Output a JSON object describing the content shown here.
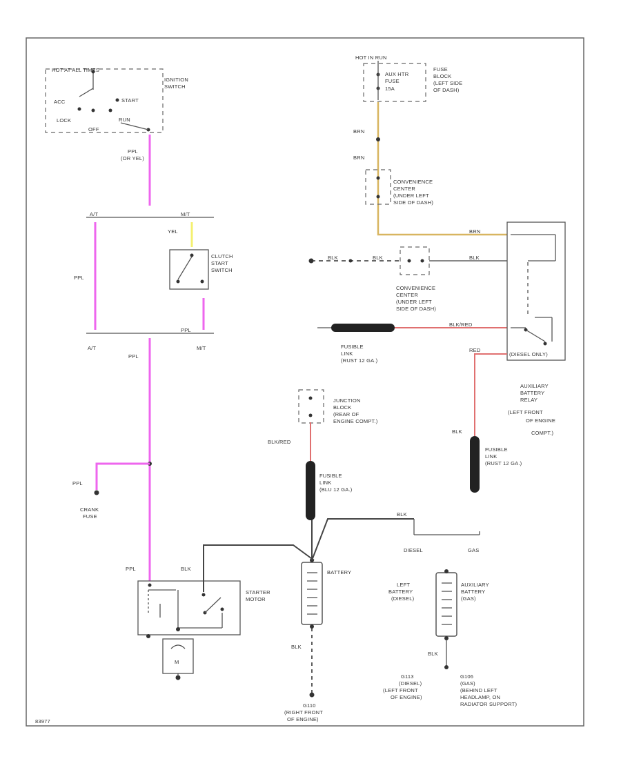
{
  "colors": {
    "pink": "#ee66ee",
    "yellow_tan": "#d8b560",
    "pale_yellow": "#f4f070",
    "red": "#e07070",
    "black": "#333333",
    "grey": "#888888"
  },
  "ignition": {
    "hot_label": "HOT AT ALL TIMES",
    "switch_label": [
      "IGNITION",
      "SWITCH"
    ],
    "positions": {
      "acc": "ACC",
      "start": "START",
      "lock": "LOCK",
      "run": "RUN",
      "off": "OFF"
    }
  },
  "wires": {
    "ign_out": [
      "PPL",
      "(OR YEL)"
    ],
    "at": "A/T",
    "mt": "M/T",
    "yel": "YEL",
    "ppl_left": "PPL",
    "ppl_at": "PPL",
    "at_bottom": "A/T",
    "mt_bottom": "M/T",
    "ppl_mid": "PPL",
    "ppl_crank": "PPL",
    "ppl_starter": "PPL",
    "blk_starter": "BLK",
    "blk_battery_bottom": "BLK",
    "blk_aux_bottom": "BLK",
    "blk_red": "BLK/RED",
    "blk_fusible": "BLK",
    "blk_diesel": "BLK",
    "brn_upper": "BRN",
    "brn_lower": "BRN",
    "brn_relay": "BRN",
    "blk_relay_left": "BLK",
    "blk_relay_mid": "BLK",
    "blk_relay_right": "BLK",
    "blk_red_relay": "BLK/RED",
    "red_relay": "RED"
  },
  "clutch": {
    "label": [
      "CLUTCH",
      "START",
      "SWITCH"
    ]
  },
  "crank_fuse": [
    "CRANK",
    "FUSE"
  ],
  "starter": {
    "label": [
      "STARTER",
      "MOTOR"
    ],
    "motor": "M"
  },
  "battery": {
    "label": "BATTERY"
  },
  "ground_right_front": [
    "G110",
    "(RIGHT FRONT",
    "OF ENGINE)"
  ],
  "fuse_block": {
    "hot_label": "HOT IN RUN",
    "fuse": [
      "AUX HTR",
      "FUSE",
      "15A"
    ],
    "label": [
      "FUSE",
      "BLOCK",
      "(LEFT SIDE",
      "OF DASH)"
    ]
  },
  "conv_center_1": [
    "CONVENIENCE",
    "CENTER",
    "(UNDER LEFT",
    "SIDE OF DASH)"
  ],
  "conv_center_2": [
    "CONVENIENCE",
    "CENTER",
    "(UNDER LEFT",
    "SIDE OF DASH)"
  ],
  "fusible_link_top": [
    "FUSIBLE",
    "LINK",
    "(RUST 12 GA.)"
  ],
  "fusible_link_mid": [
    "FUSIBLE",
    "LINK",
    "(BLU 12 GA.)"
  ],
  "fusible_link_right": [
    "FUSIBLE",
    "LINK",
    "(RUST 12 GA.)"
  ],
  "junction_block": [
    "JUNCTION",
    "BLOCK",
    "(REAR OF",
    "ENGINE COMPT.)"
  ],
  "relay": {
    "label": [
      "AUXILIARY",
      "BATTERY",
      "RELAY",
      "(LEFT FRONT",
      "OF ENGINE",
      "COMPT.)"
    ],
    "inner": "(DIESEL ONLY)"
  },
  "diesel_gas": {
    "diesel": "DIESEL",
    "gas": "GAS"
  },
  "left_battery": [
    "LEFT",
    "BATTERY",
    "(DIESEL)"
  ],
  "aux_battery": [
    "AUXILIARY",
    "BATTERY",
    "(GAS)"
  ],
  "ground_diesel": [
    "G113",
    "(DIESEL)",
    "(LEFT FRONT",
    "OF ENGINE)"
  ],
  "ground_gas": [
    "G106",
    "(GAS)",
    "(BEHIND LEFT",
    "HEADLAMP, ON",
    "RADIATOR SUPPORT)"
  ],
  "diagram_id": "83977"
}
